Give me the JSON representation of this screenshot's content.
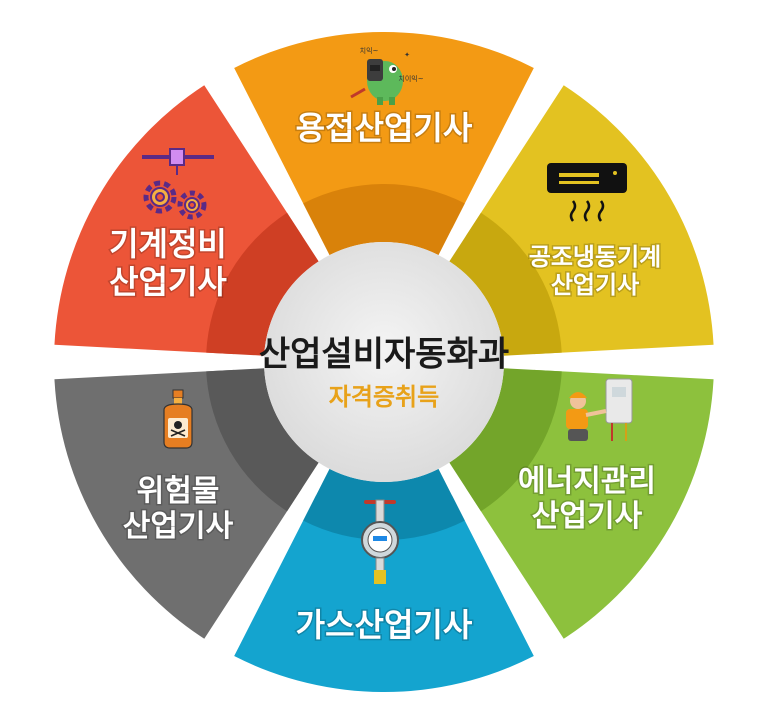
{
  "center": {
    "title": "산업설비자동화과",
    "subtitle": "자격증취득",
    "subtitle_color": "#e8a21a"
  },
  "segments": [
    {
      "id": "welding",
      "lines": [
        "용접산업기사"
      ],
      "color": "#f39a14",
      "inner_color": "#d9820a",
      "icon": "welder-character-icon"
    },
    {
      "id": "hvac",
      "lines": [
        "공조냉동기계",
        "산업기사"
      ],
      "color": "#e3c221",
      "inner_color": "#c8a80f",
      "icon": "air-conditioner-icon"
    },
    {
      "id": "energy",
      "lines": [
        "에너지관리",
        "산업기사"
      ],
      "color": "#8dc13d",
      "inner_color": "#73a52a",
      "icon": "boiler-technician-icon"
    },
    {
      "id": "gas",
      "lines": [
        "가스산업기사"
      ],
      "color": "#14a4cf",
      "inner_color": "#0d88ad",
      "icon": "gas-meter-icon"
    },
    {
      "id": "hazmat",
      "lines": [
        "위험물",
        "산업기사"
      ],
      "color": "#6f6f6f",
      "inner_color": "#595959",
      "icon": "poison-bottle-icon"
    },
    {
      "id": "mechanical",
      "lines": [
        "기계정비",
        "산업기사"
      ],
      "color": "#ec5538",
      "inner_color": "#cf3f24",
      "icon": "gears-icon"
    }
  ],
  "welder_bubbles": [
    "치익~",
    "치이익~"
  ]
}
